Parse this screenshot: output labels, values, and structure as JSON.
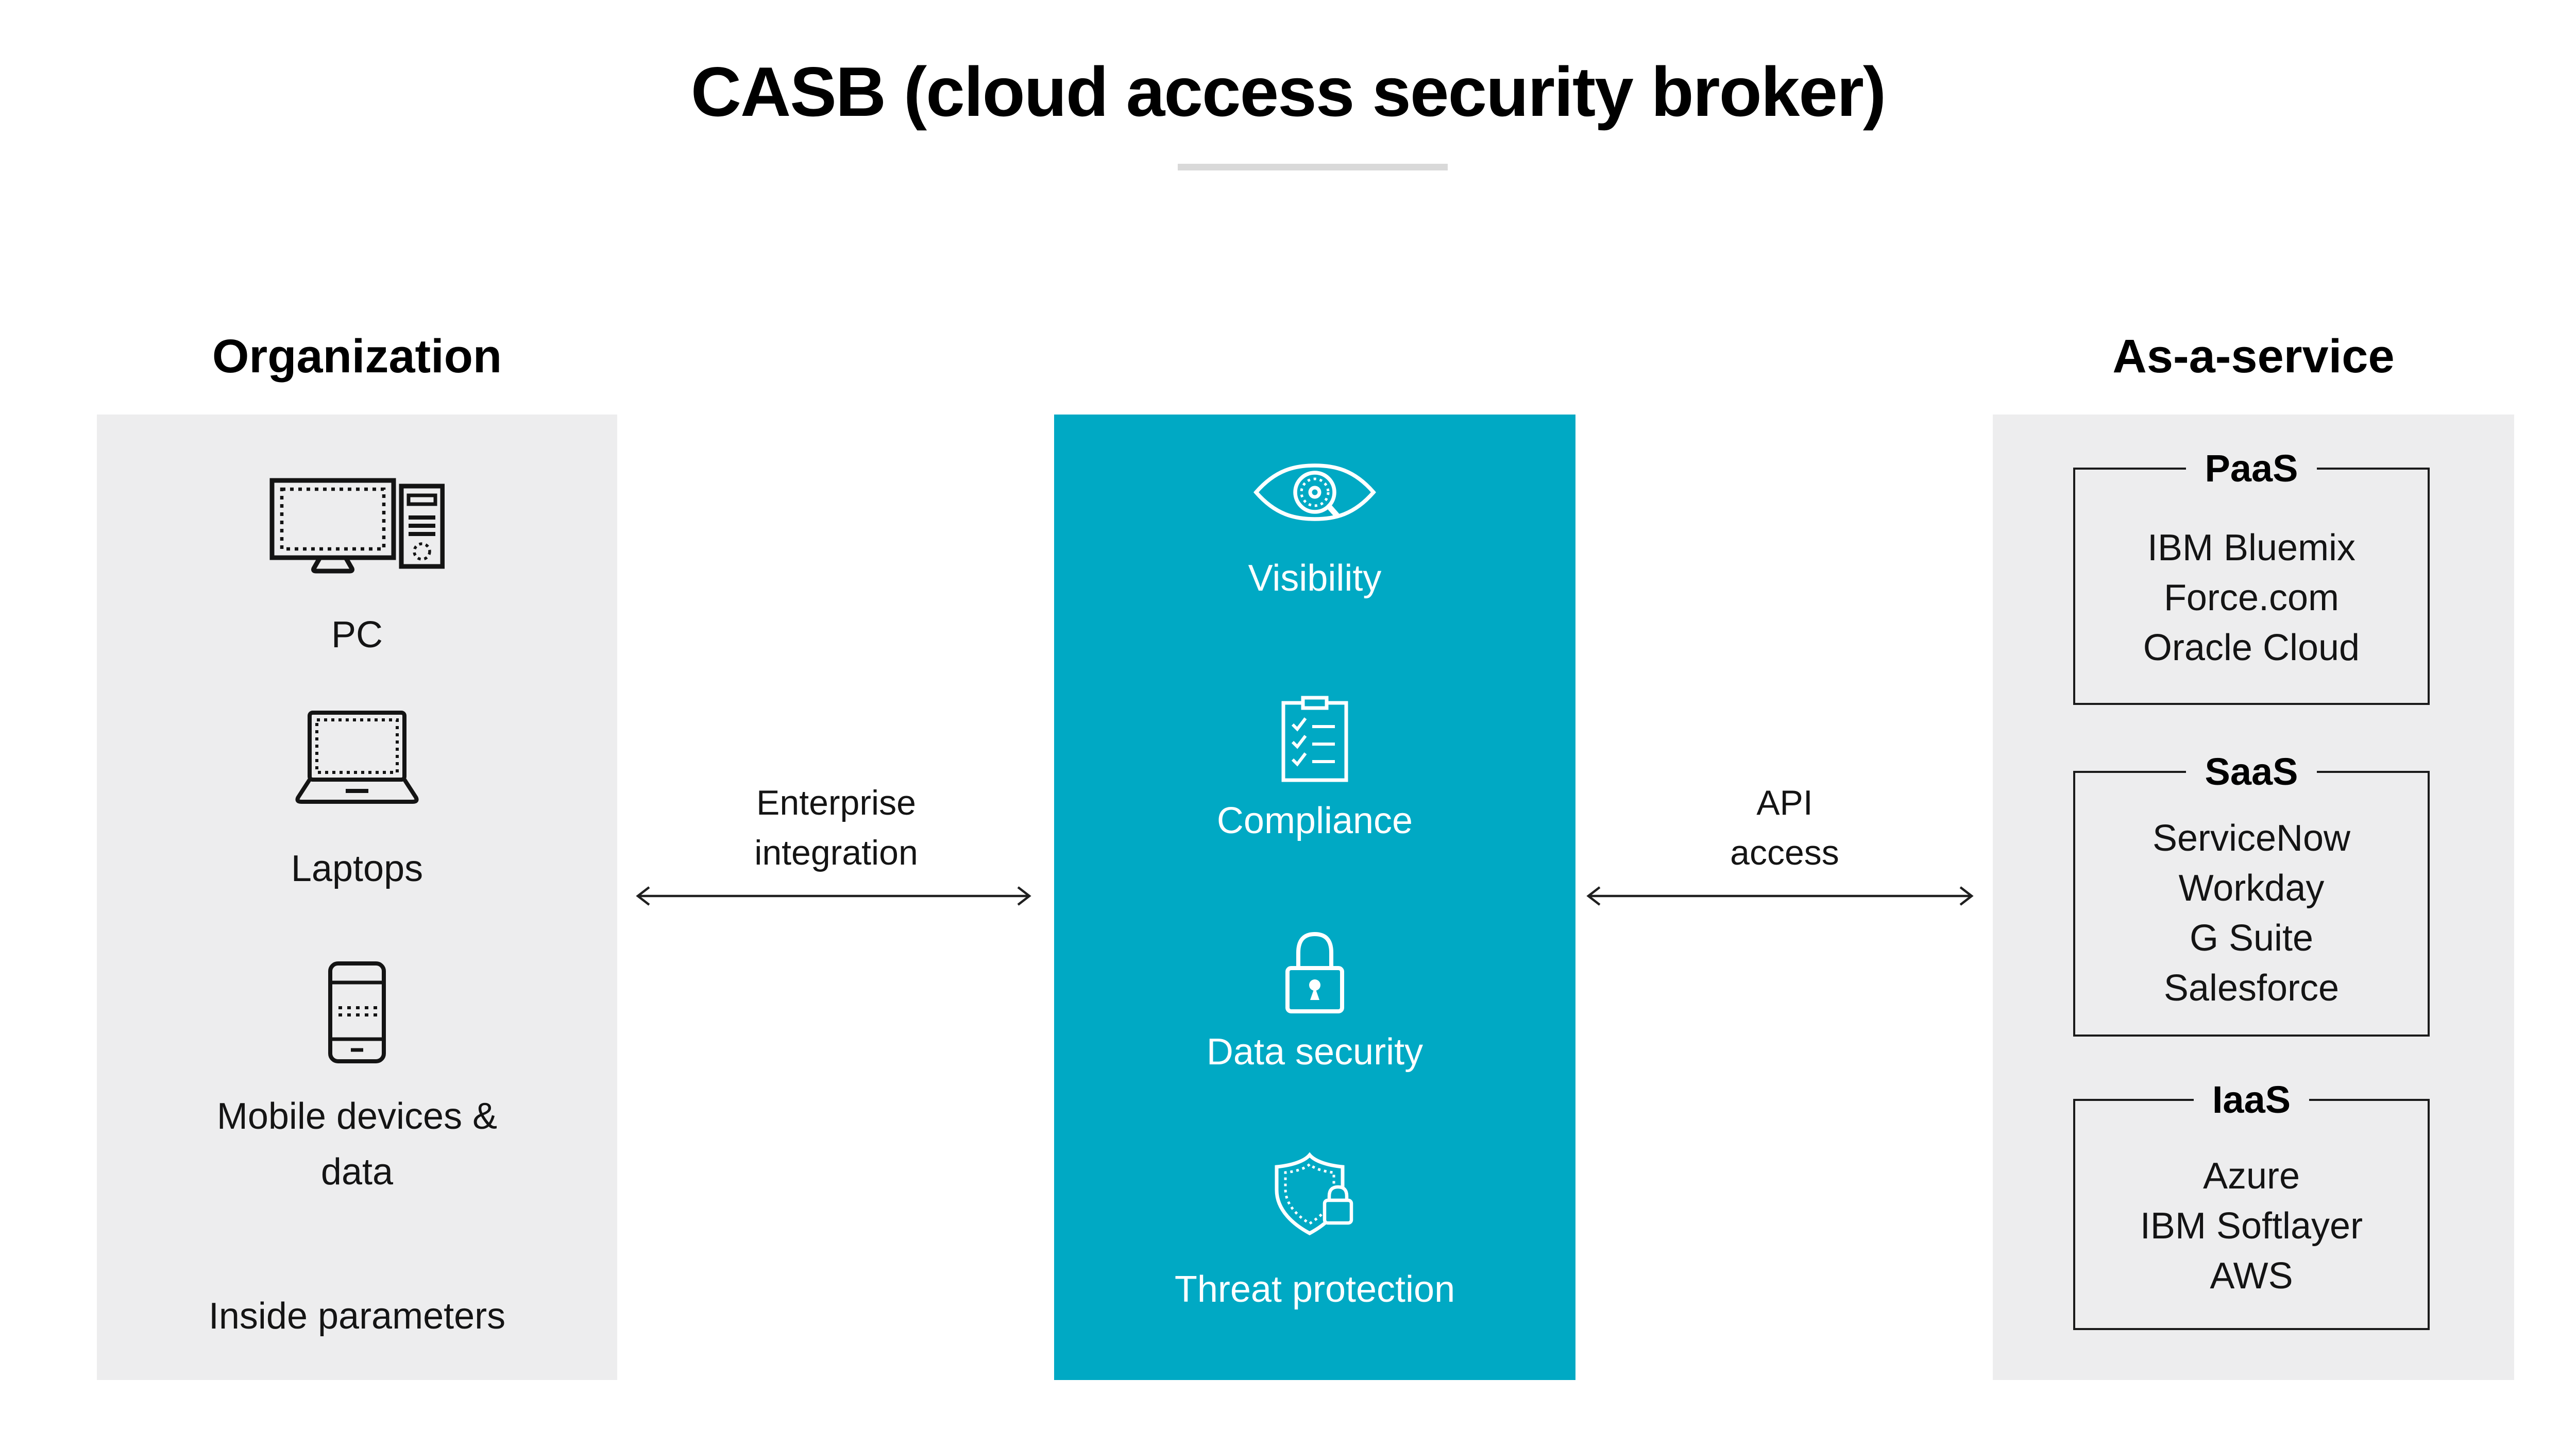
{
  "title": "CASB (cloud access security broker)",
  "organization": {
    "heading": "Organization",
    "devices": [
      {
        "icon": "desktop-pc-icon",
        "label": "PC"
      },
      {
        "icon": "laptop-icon",
        "label": "Laptops"
      },
      {
        "icon": "mobile-phone-icon",
        "label": "Mobile devices & data"
      }
    ],
    "perimeter_note": "Inside parameters"
  },
  "casb": {
    "features": [
      {
        "icon": "eye-magnifier-icon",
        "label": "Visibility"
      },
      {
        "icon": "checklist-clipboard-icon",
        "label": "Compliance"
      },
      {
        "icon": "padlock-icon",
        "label": "Data security"
      },
      {
        "icon": "shield-lock-icon",
        "label": "Threat protection"
      }
    ]
  },
  "as_a_service": {
    "heading": "As-a-service",
    "boxes": [
      {
        "label": "PaaS",
        "items": [
          "IBM Bluemix",
          "Force.com",
          "Oracle Cloud"
        ]
      },
      {
        "label": "SaaS",
        "items": [
          "ServiceNow",
          "Workday",
          "G Suite",
          "Salesforce"
        ]
      },
      {
        "label": "IaaS",
        "items": [
          "Azure",
          "IBM Softlayer",
          "AWS"
        ]
      }
    ]
  },
  "connections": {
    "enterprise": {
      "label": "Enterprise integration"
    },
    "api": {
      "label": "API access"
    }
  },
  "colors": {
    "teal": "#00a9c4",
    "panel_gray": "#ededee",
    "underline_gray": "#d9d9d9",
    "ink": "#141414"
  }
}
